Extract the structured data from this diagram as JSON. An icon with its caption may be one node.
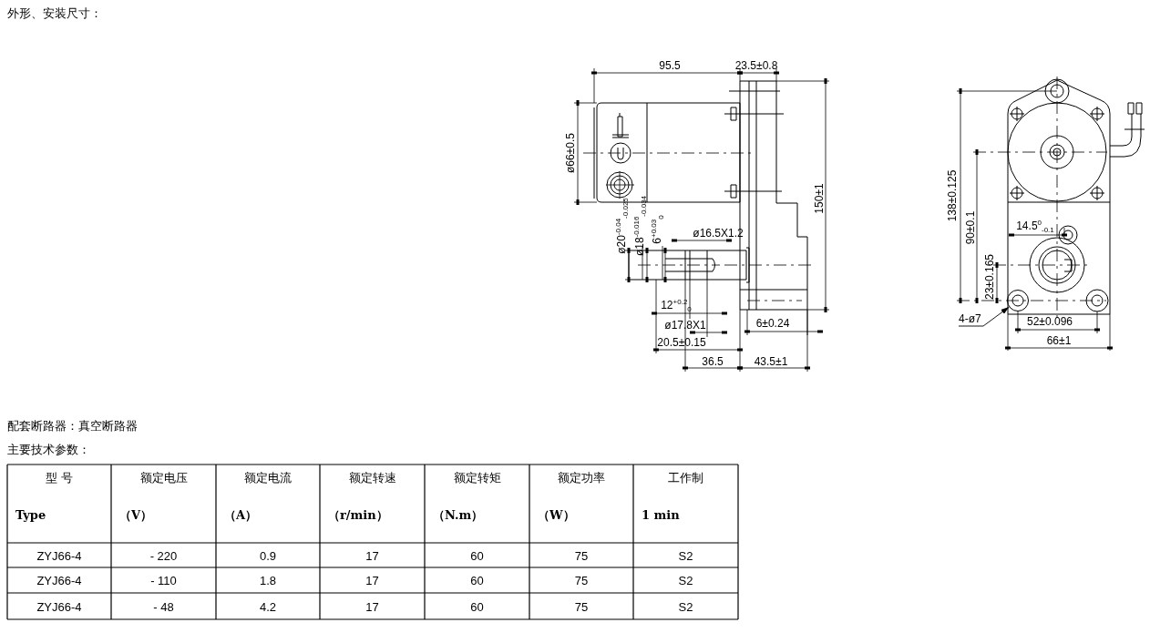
{
  "diagram": {
    "title": "外形、安装尺寸：",
    "nodes": [
      {
        "text": [
          "4-ø7"
        ]
      },
      {
        "text": [],
        "shape": "circle"
      }
    ],
    "edges": [
      {
        "from": 0,
        "to": 1,
        "arrow": "to"
      }
    ],
    "labels": [
      "95.5",
      "23.5±0.8",
      "ø66±0.5",
      "150±1",
      "ø20$^{-0.04}$$_{-0.025}$",
      "ø18$^{-0.016}$$_{-0.034}$",
      "6$^{+0.03}$$_{0}$",
      "ø16.5X1.2",
      "12$^{+0.2}$$_{0}$",
      "ø17.8X1",
      "20.5±0.15",
      "6±0.24",
      "36.5",
      "43.5±1",
      "138±0.125",
      "90±0.1",
      "14.5$^{0}$$_{-0.1}$",
      "23±0.165",
      "52±0.096",
      "66±1",
      "配套断路器：真空断路器",
      "主要技术参数：",
      "型 号",
      "Type",
      "额定电压",
      "（V）",
      "额定电流",
      "（A）",
      "额定转速",
      "（r/min）",
      "额定转矩",
      "（N.m）",
      "额定功率",
      "（W）",
      "工作制",
      "1 min",
      "ZYJ66-4",
      "- 220",
      "0.9",
      "17",
      "60",
      "75",
      "S2",
      "ZYJ66-4",
      "- 110",
      "1.8",
      "17",
      "60",
      "75",
      "S2",
      "ZYJ66-4",
      "- 48",
      "4.2",
      "17",
      "60",
      "75",
      "S2"
    ]
  }
}
